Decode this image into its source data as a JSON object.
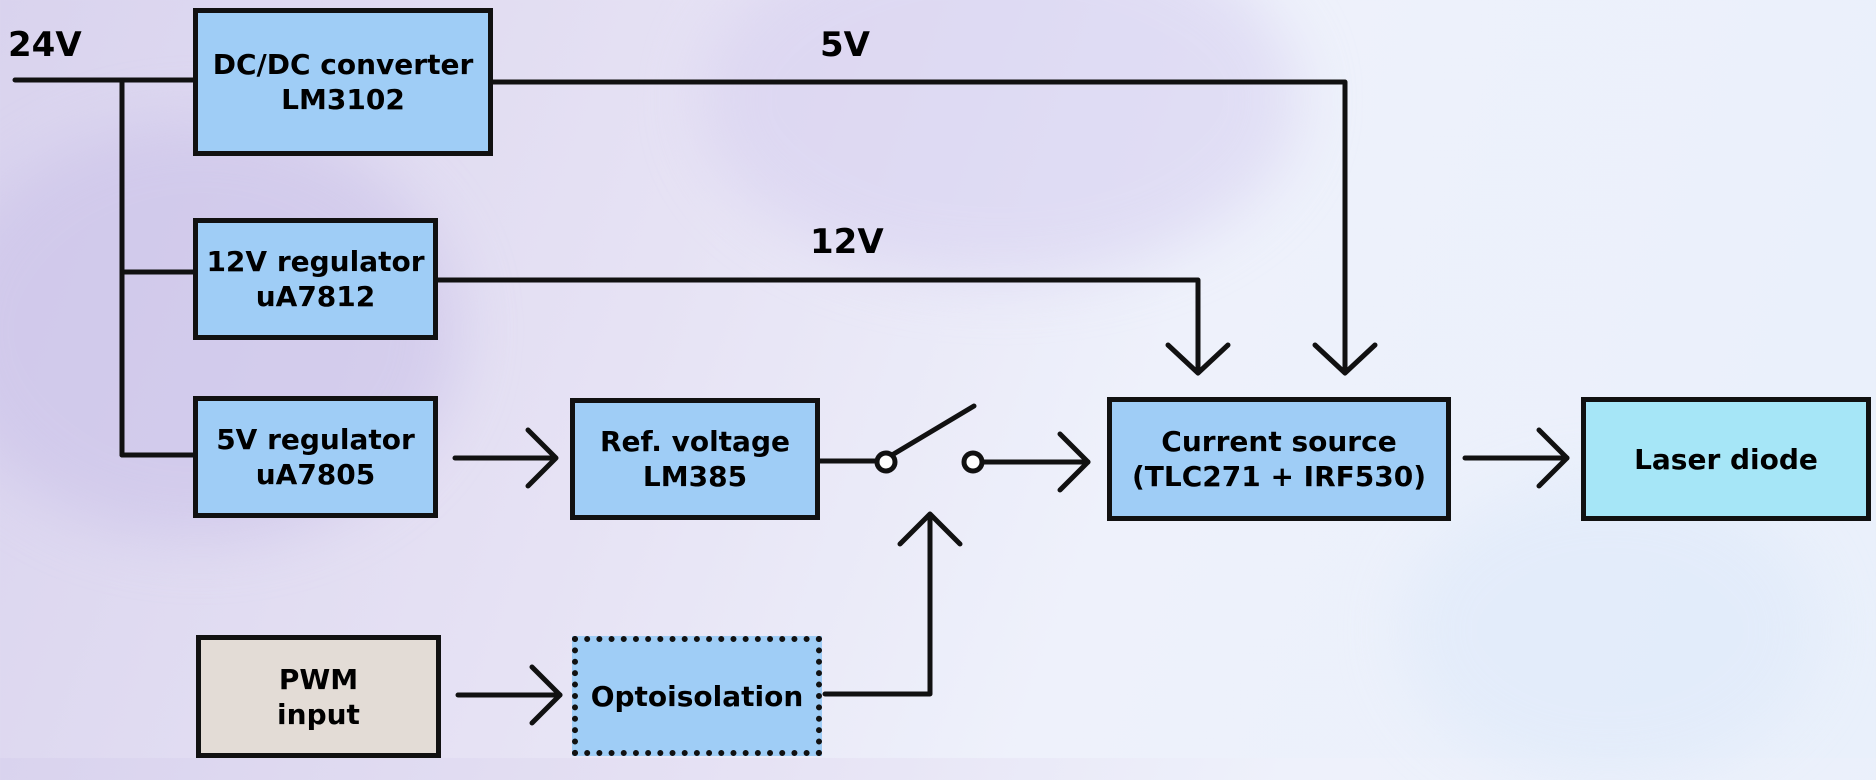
{
  "blocks": {
    "dcdc": {
      "line1": "DC/DC converter",
      "line2": "LM3102"
    },
    "reg12": {
      "line1": "12V regulator",
      "line2": "uA7812"
    },
    "reg5": {
      "line1": "5V regulator",
      "line2": "uA7805"
    },
    "ref": {
      "line1": "Ref. voltage",
      "line2": "LM385"
    },
    "current": {
      "line1": "Current source",
      "line2": "(TLC271 + IRF530)"
    },
    "laser": {
      "line1": "Laser diode"
    },
    "pwm": {
      "line1": "PWM",
      "line2": "input"
    },
    "opto": {
      "line1": "Optoisolation"
    }
  },
  "labels": {
    "input_voltage": "24V",
    "rail_5v": "5V",
    "rail_12v": "12V"
  },
  "colors": {
    "block_fill": "#9fcdf6",
    "input_fill": "#e3dcd6",
    "output_fill": "#a6e6f7",
    "line": "#111111"
  }
}
